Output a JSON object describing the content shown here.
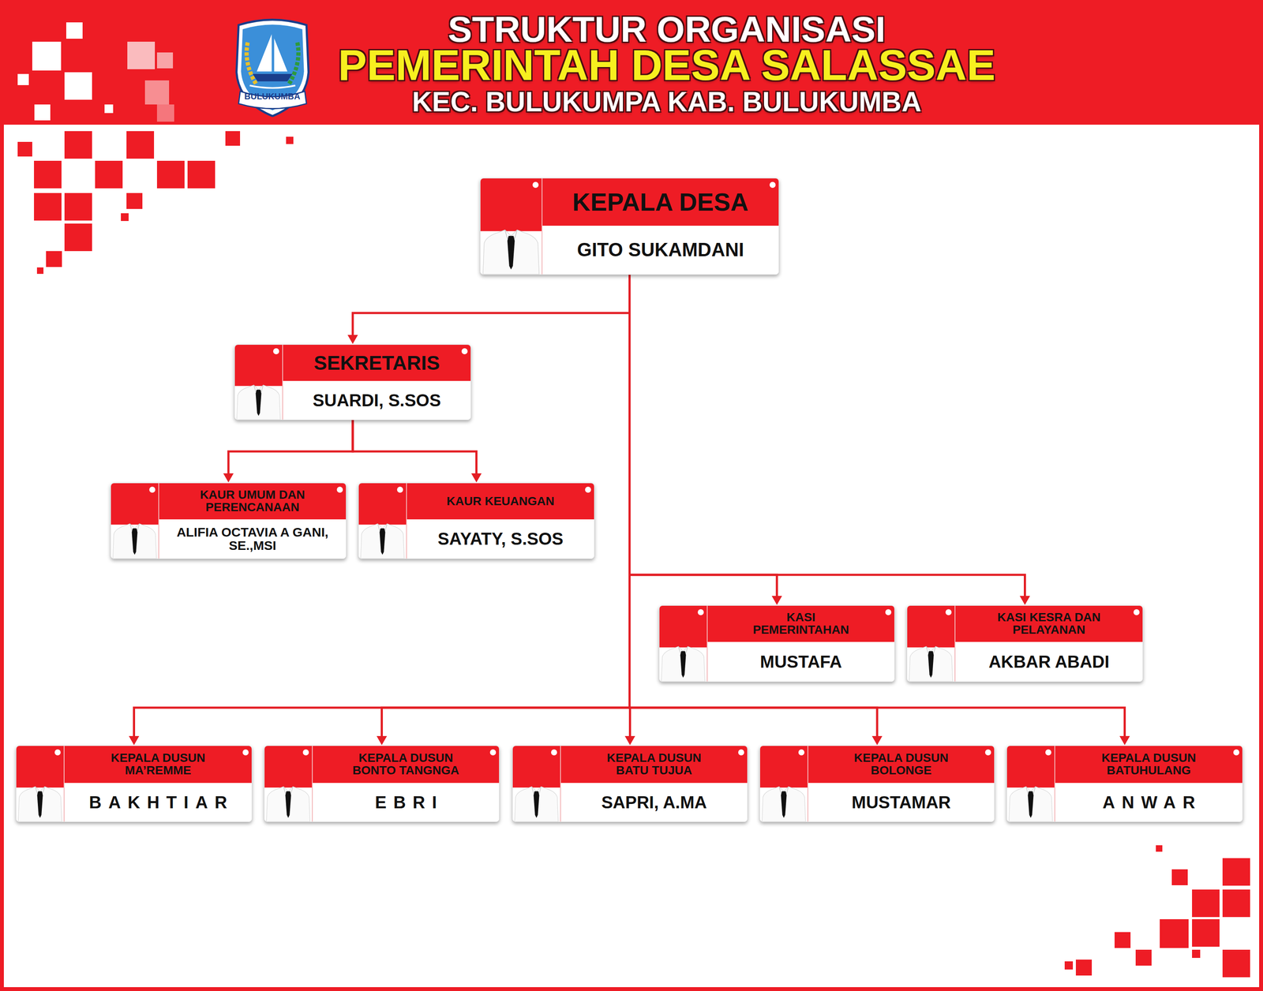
{
  "diagram": {
    "title": "STRUKTUR ORGANISASI",
    "nodes": [
      {
        "text": [
          "KEPALA DESA",
          "GITO SUKAMDANI"
        ]
      },
      {
        "text": [
          "SEKRETARIS",
          "SUARDI, S.SOS"
        ]
      },
      {
        "text": [
          "KAUR UMUM DAN PERENCANAAN",
          "ALIFIA OCTAVIA A GANI, SE.,MSI"
        ]
      },
      {
        "text": [
          "KAUR KEUANGAN",
          "SAYATY, S.SOS"
        ]
      },
      {
        "text": [
          "KASI PEMERINTAHAN",
          "MUSTAFA"
        ]
      },
      {
        "text": [
          "KASI KESRA DAN PELAYANAN",
          "AKBAR ABADI"
        ]
      },
      {
        "text": [
          "KEPALA DUSUN MA’REMME",
          "BAKHTIAR"
        ]
      },
      {
        "text": [
          "KEPALA DUSUN BONTO TANGNGA",
          "EBRI"
        ]
      },
      {
        "text": [
          "KEPALA DUSUN BATU TUJUA",
          "SAPRI, A.MA"
        ]
      },
      {
        "text": [
          "KEPALA DUSUN BOLONGE",
          "MUSTAMAR"
        ]
      },
      {
        "text": [
          "KEPALA DUSUN BATUHULANG",
          "ANWAR"
        ]
      }
    ],
    "edges": [
      {
        "from": 0,
        "to": 1,
        "arrow": "to"
      },
      {
        "from": 1,
        "to": 2,
        "arrow": "to"
      },
      {
        "from": 1,
        "to": 3,
        "arrow": "to"
      },
      {
        "from": 0,
        "to": 4,
        "arrow": "to"
      },
      {
        "from": 0,
        "to": 5,
        "arrow": "to"
      },
      {
        "from": 0,
        "to": 6,
        "arrow": "to"
      },
      {
        "from": 0,
        "to": 7,
        "arrow": "to"
      },
      {
        "from": 0,
        "to": 8,
        "arrow": "to"
      },
      {
        "from": 0,
        "to": 9,
        "arrow": "to"
      },
      {
        "from": 0,
        "to": 10,
        "arrow": "to"
      }
    ],
    "labels": [
      "PEMERINTAH DESA SALASSAE",
      "KEC. BULUKUMPA KAB. BULUKUMBA",
      "BULUKUMBA"
    ]
  }
}
